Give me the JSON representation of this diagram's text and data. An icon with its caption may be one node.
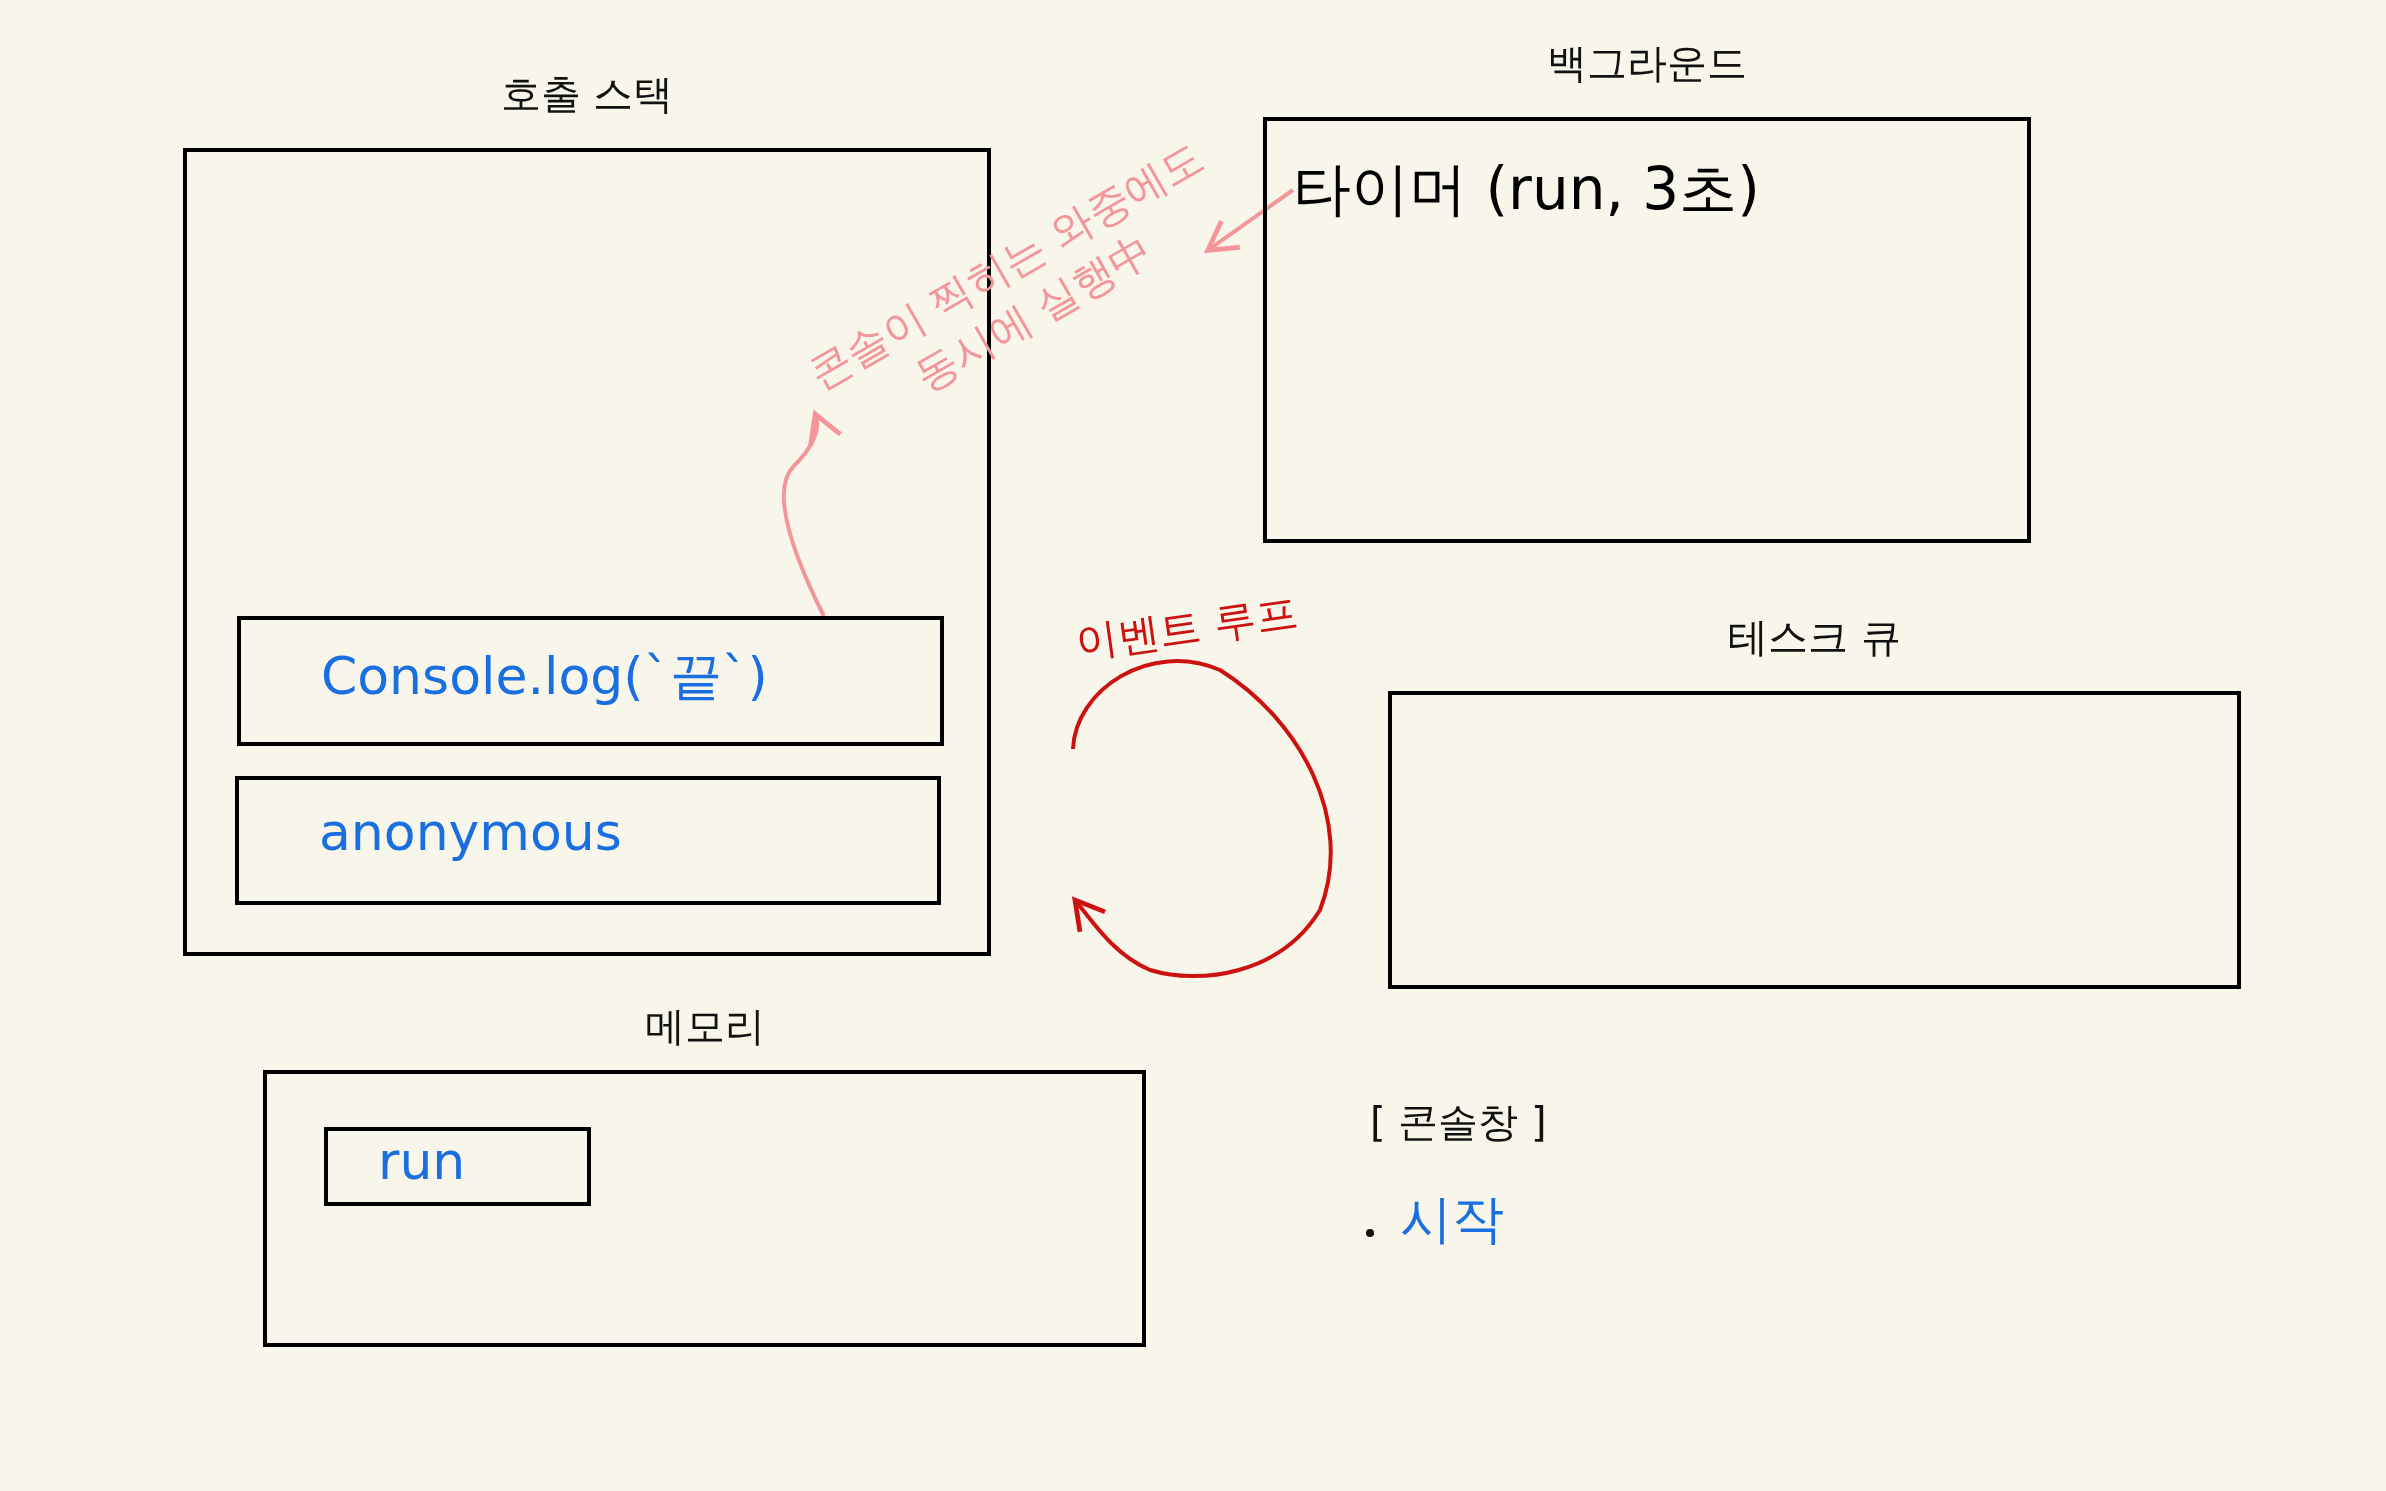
{
  "diagram": {
    "nodes": [
      {
        "text": [
          "호출 스택"
        ]
      },
      {
        "text": [
          "Console.log(`끝`)"
        ],
        "in": 0
      },
      {
        "text": [
          "anonymous"
        ],
        "in": 0
      },
      {
        "text": [
          "백그라운드"
        ]
      },
      {
        "text": [
          "타이머 (run, 3초)"
        ],
        "in": 3
      },
      {
        "text": [
          "콘솔이 찍히는 와중에도 동시에 실행中"
        ]
      },
      {
        "text": [
          "테스크 큐"
        ]
      },
      {
        "text": [
          "메모리"
        ]
      },
      {
        "text": [
          "run"
        ],
        "in": 7
      }
    ],
    "edges": [
      {
        "from": 1,
        "to": 5,
        "arrow": "to"
      },
      {
        "from": 4,
        "to": 5,
        "arrow": "to"
      }
    ],
    "labels": [
      "이벤트 루프",
      "[ 콘솔창 ]",
      "시작"
    ]
  }
}
